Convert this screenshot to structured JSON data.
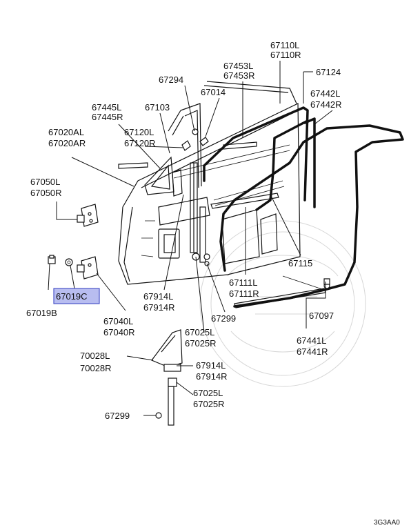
{
  "diagram": {
    "labels": [
      {
        "id": "l-67110l",
        "text": "67110L"
      },
      {
        "id": "l-67110r",
        "text": "67110R"
      },
      {
        "id": "l-67453l",
        "text": "67453L"
      },
      {
        "id": "l-67453r",
        "text": "67453R"
      },
      {
        "id": "l-67124",
        "text": "67124"
      },
      {
        "id": "l-67294",
        "text": "67294"
      },
      {
        "id": "l-67014",
        "text": "67014"
      },
      {
        "id": "l-67442l",
        "text": "67442L"
      },
      {
        "id": "l-67442r",
        "text": "67442R"
      },
      {
        "id": "l-67445l",
        "text": "67445L"
      },
      {
        "id": "l-67445r",
        "text": "67445R"
      },
      {
        "id": "l-67103",
        "text": "67103"
      },
      {
        "id": "l-67020al",
        "text": "67020AL"
      },
      {
        "id": "l-67020ar",
        "text": "67020AR"
      },
      {
        "id": "l-67120l",
        "text": "67120L"
      },
      {
        "id": "l-67120r",
        "text": "67120R"
      },
      {
        "id": "l-67050l",
        "text": "67050L"
      },
      {
        "id": "l-67050r",
        "text": "67050R"
      },
      {
        "id": "l-67115",
        "text": "67115"
      },
      {
        "id": "l-67019c",
        "text": "67019C"
      },
      {
        "id": "l-67019b",
        "text": "67019B"
      },
      {
        "id": "l-67914l-a",
        "text": "67914L"
      },
      {
        "id": "l-67914r-a",
        "text": "67914R"
      },
      {
        "id": "l-67111l",
        "text": "67111L"
      },
      {
        "id": "l-67111r",
        "text": "67111R"
      },
      {
        "id": "l-67040l",
        "text": "67040L"
      },
      {
        "id": "l-67040r",
        "text": "67040R"
      },
      {
        "id": "l-67299-a",
        "text": "67299"
      },
      {
        "id": "l-67097",
        "text": "67097"
      },
      {
        "id": "l-67025l-a",
        "text": "67025L"
      },
      {
        "id": "l-67025r-a",
        "text": "67025R"
      },
      {
        "id": "l-67441l",
        "text": "67441L"
      },
      {
        "id": "l-67441r",
        "text": "67441R"
      },
      {
        "id": "l-70028l",
        "text": "70028L"
      },
      {
        "id": "l-70028r",
        "text": "70028R"
      },
      {
        "id": "l-67914l-b",
        "text": "67914L"
      },
      {
        "id": "l-67914r-b",
        "text": "67914R"
      },
      {
        "id": "l-67025l-b",
        "text": "67025L"
      },
      {
        "id": "l-67025r-b",
        "text": "67025R"
      },
      {
        "id": "l-67299-b",
        "text": "67299"
      }
    ],
    "highlighted_label": "67019C",
    "highlight_color": "#b8bdf0",
    "diagram_code": "3G3AA0"
  }
}
